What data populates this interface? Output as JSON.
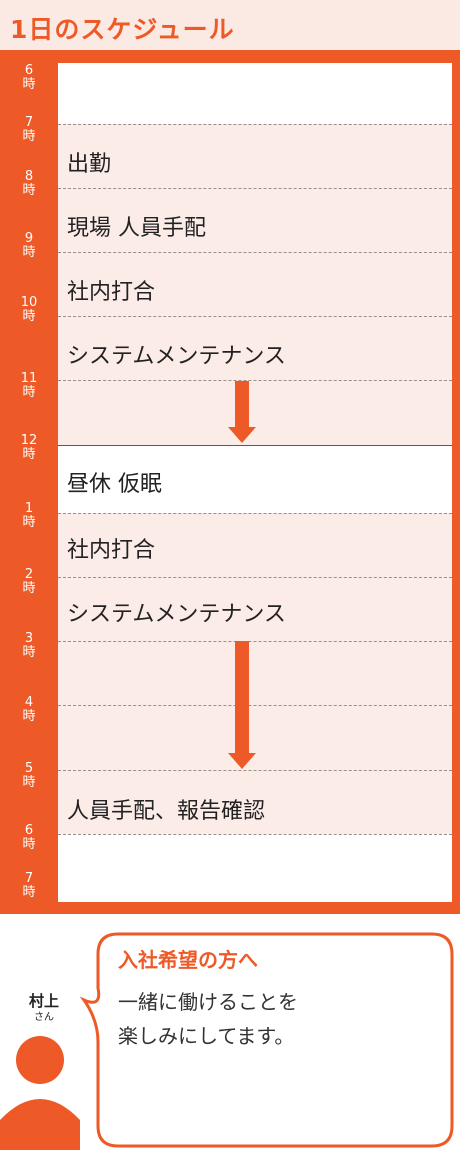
{
  "title": "1日のスケジュール",
  "hours": [
    {
      "num": "6",
      "unit": "時"
    },
    {
      "num": "7",
      "unit": "時"
    },
    {
      "num": "8",
      "unit": "時"
    },
    {
      "num": "9",
      "unit": "時"
    },
    {
      "num": "10",
      "unit": "時"
    },
    {
      "num": "11",
      "unit": "時"
    },
    {
      "num": "12",
      "unit": "時"
    },
    {
      "num": "1",
      "unit": "時"
    },
    {
      "num": "2",
      "unit": "時"
    },
    {
      "num": "3",
      "unit": "時"
    },
    {
      "num": "4",
      "unit": "時"
    },
    {
      "num": "5",
      "unit": "時"
    },
    {
      "num": "6",
      "unit": "時"
    },
    {
      "num": "7",
      "unit": "時"
    }
  ],
  "tasks": [
    "出勤",
    "現場 人員手配",
    "社内打合",
    "システムメンテナンス",
    "昼休 仮眠",
    "社内打合",
    "システムメンテナンス",
    "人員手配、報告確認"
  ],
  "person": {
    "name": "村上",
    "suffix": "さん"
  },
  "message": {
    "title": "入社希望の方へ",
    "line1": "一緒に働けることを",
    "line2": "楽しみにしてます。"
  },
  "colors": {
    "accent": "#ed5a27",
    "title_bg": "#fbe9e3",
    "shade": "#fcece8"
  }
}
